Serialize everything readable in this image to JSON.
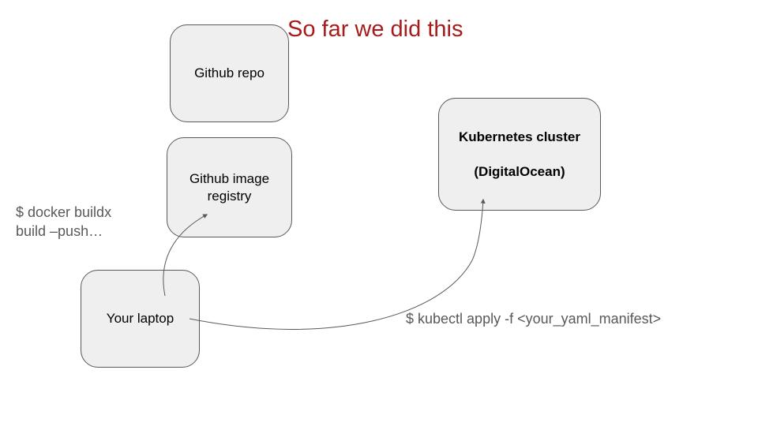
{
  "slide": {
    "title": "So far we did this"
  },
  "nodes": {
    "github_repo": "Github repo",
    "github_registry": "Github image registry",
    "laptop": "Your laptop",
    "k8s_line1": "Kubernetes cluster",
    "k8s_line2": "(DigitalOcean)"
  },
  "annotations": {
    "docker_line1": "$ docker buildx",
    "docker_line2": "build –push…",
    "kubectl": "$ kubectl apply -f <your_yaml_manifest>"
  },
  "colors": {
    "title": "#a61c1c",
    "box_fill": "#efefef",
    "box_border": "#595959",
    "note_text": "#595959",
    "arrow": "#595959"
  }
}
